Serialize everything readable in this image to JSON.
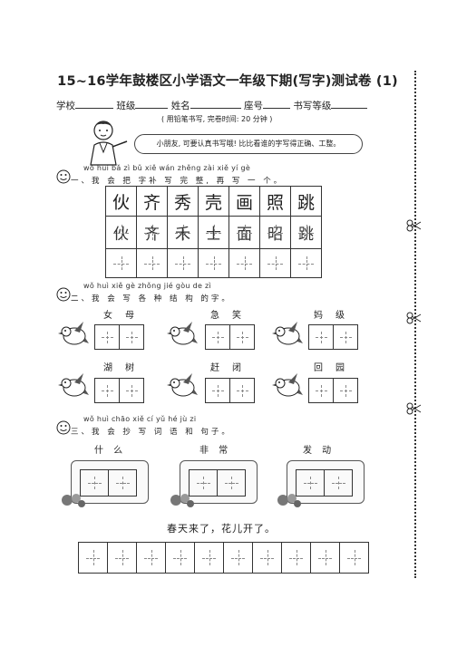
{
  "title": "15~16学年鼓楼区小学语文一年级下期(写字)测试卷 (1)",
  "info": {
    "school": "学校",
    "class": "班级",
    "name": "姓名",
    "seat": "座号",
    "grade": "书写等级"
  },
  "time_note": "( 用铅笔书写, 完卷时间: 20 分钟 )",
  "speech": "小朋友, 可要认真书写哦! 比比看谁的字写得正确、工整。",
  "section1": {
    "pinyin": "wǒ huì  bǎ zì bǔ xiě wán zhěng zài xiě  yí  gè",
    "title": "一、我 会  把 字补 写  完   整,  再 写 一  个。",
    "chars": [
      "伙",
      "齐",
      "秀",
      "壳",
      "画",
      "照",
      "跳"
    ],
    "partials": [
      "伙",
      "齐",
      "禾",
      "士",
      "面",
      "昭",
      "跳"
    ]
  },
  "section2": {
    "pinyin": "wǒ huì xiě gè zhǒng jié gòu de zì",
    "title": "二、我 会 写 各  种   结  构  的字。",
    "words": [
      [
        "女",
        "母"
      ],
      [
        "急",
        "笑"
      ],
      [
        "妈",
        "级"
      ],
      [
        "湖",
        "树"
      ],
      [
        "赶",
        "闭"
      ],
      [
        "回",
        "园"
      ]
    ]
  },
  "section3": {
    "pinyin": "wǒ huì chāo xiě cí yǔ hé  jù  zi",
    "title": "三、我  会  抄   写 词 语 和 句子。",
    "words": [
      "什  么",
      "非  常",
      "发  动"
    ],
    "sentence": "春天来了，花儿开了。"
  }
}
